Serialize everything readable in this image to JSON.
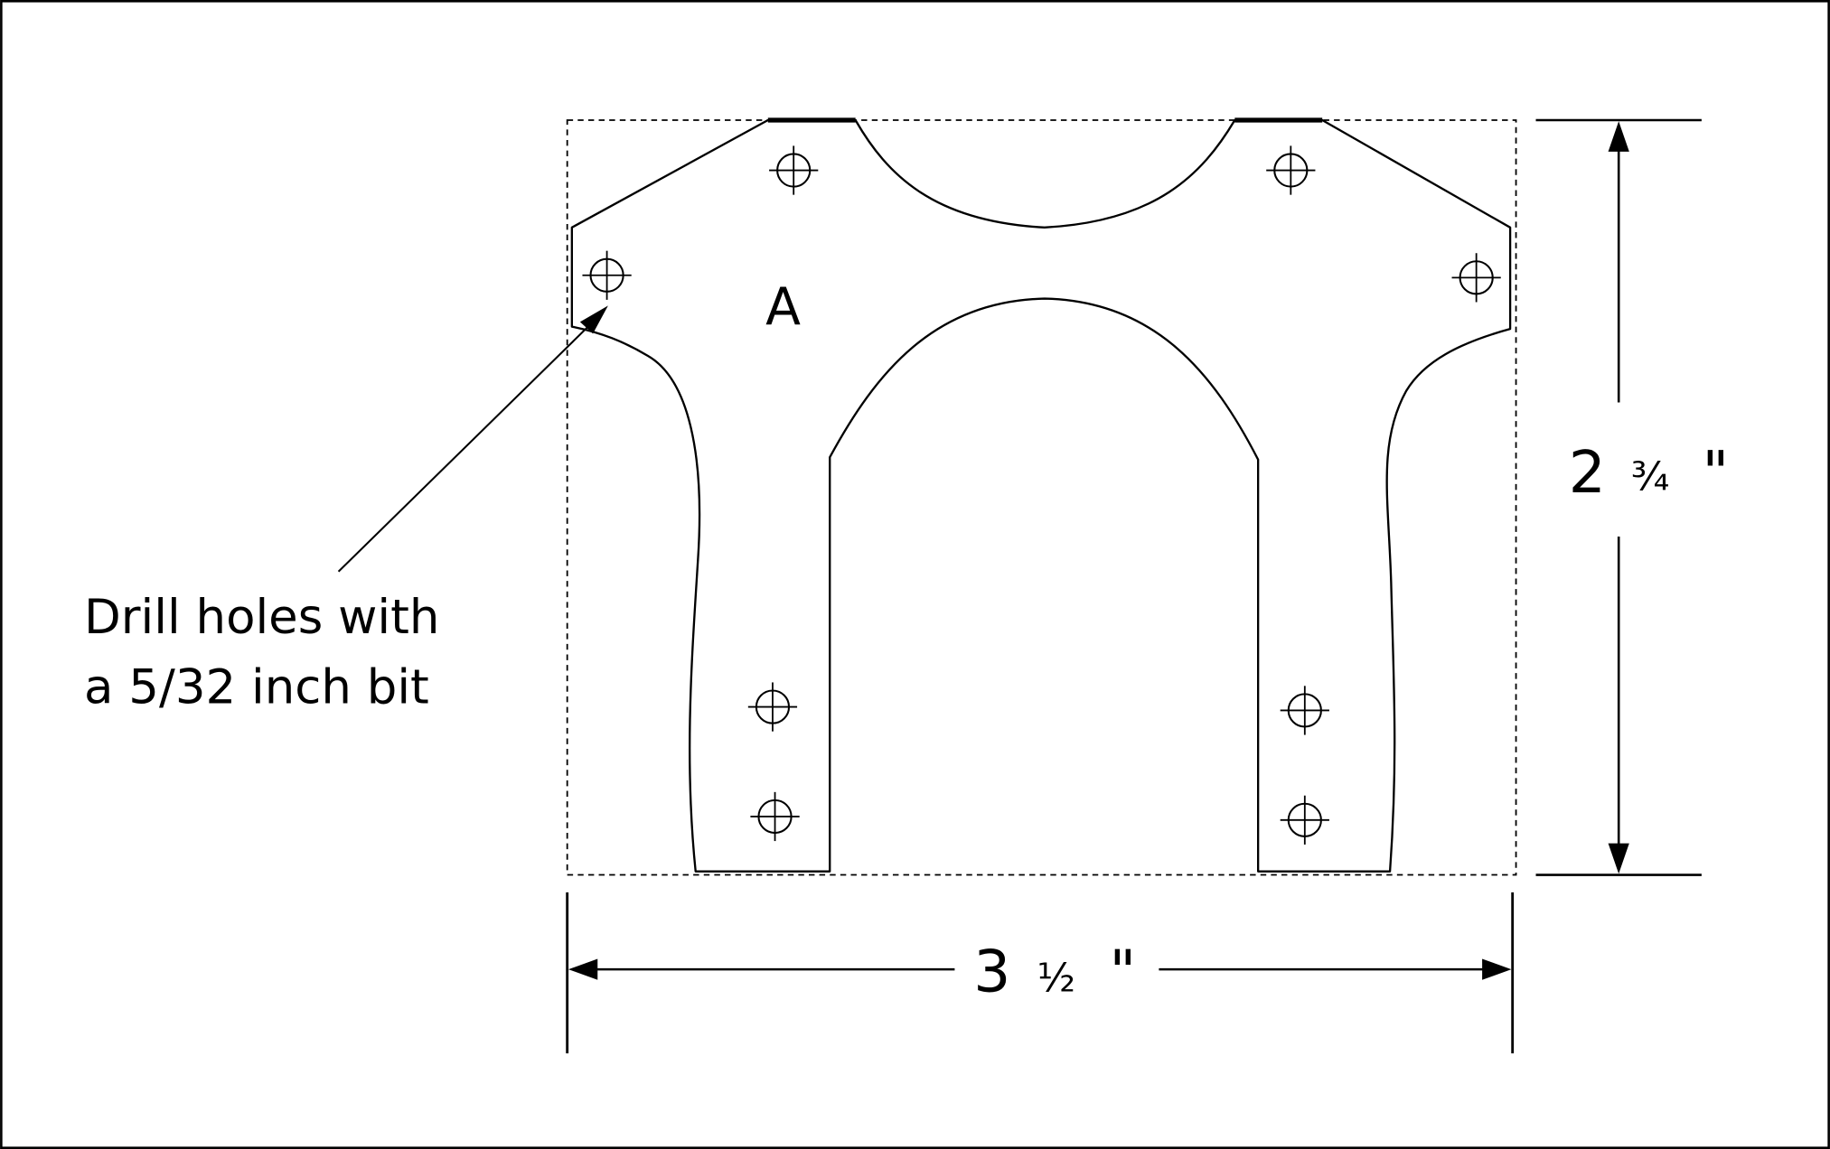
{
  "part_label": "A",
  "callout": {
    "line1": "Drill holes with",
    "line2": "a 5/32 inch bit"
  },
  "dimensions": {
    "width": {
      "whole": "3",
      "fraction": "½",
      "unit": "\""
    },
    "height": {
      "whole": "2",
      "fraction": "¾",
      "unit": "\""
    }
  },
  "colors": {
    "ink": "#000000",
    "paper": "#ffffff"
  },
  "icons": {
    "drill_hole": "crosshair-circle-icon",
    "arrow": "arrowhead-icon"
  }
}
